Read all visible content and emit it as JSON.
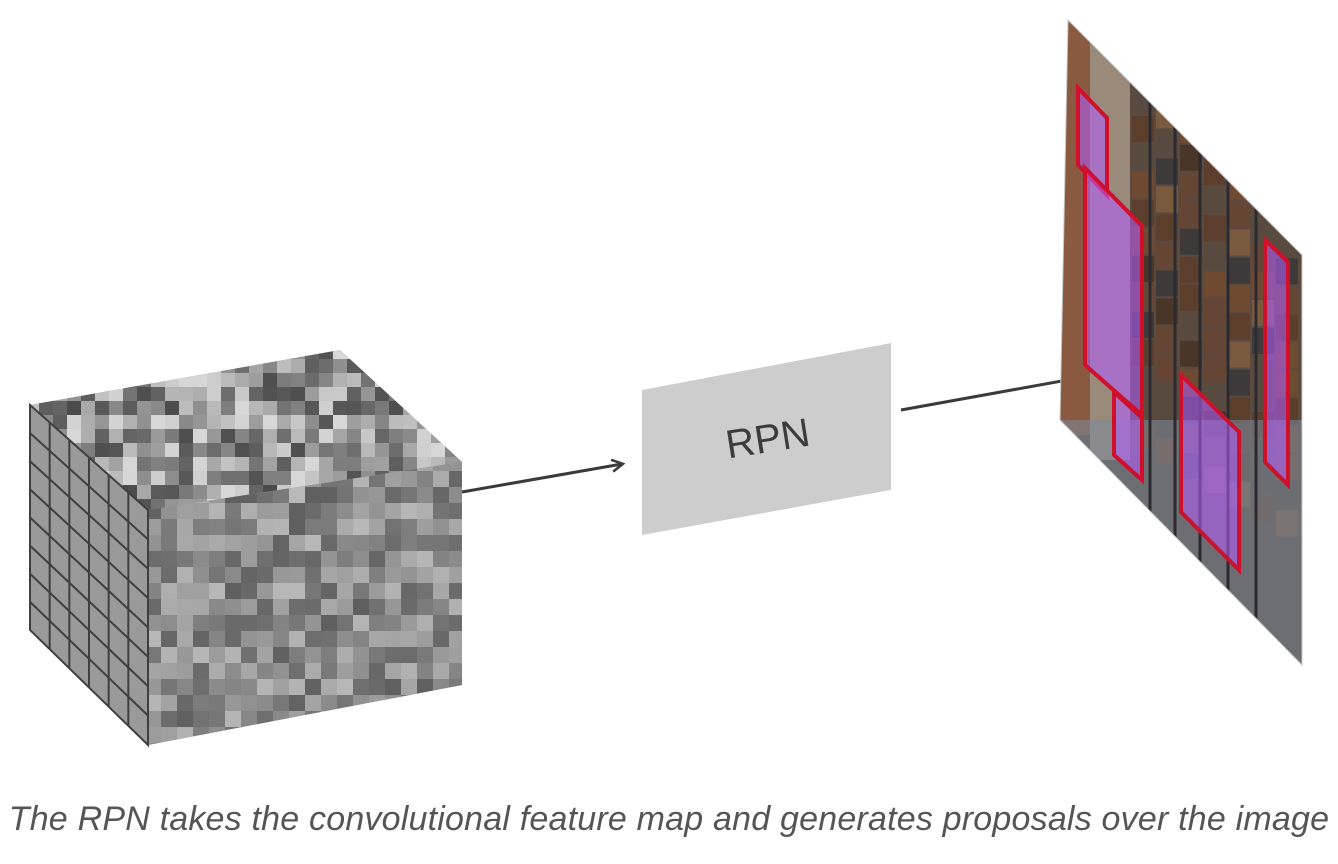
{
  "rpn_label": "RPN",
  "caption": "The RPN takes the convolutional feature map and generates proposals over the image",
  "colors": {
    "rpn_box": "#cdcdcd",
    "arrow": "#3a3a3a",
    "proposal_stroke": "#d0102a",
    "proposal_fill": "#b45cff",
    "cube_grid": "#3f3f3f"
  },
  "icons": {
    "feature_map": "feature-map-cube",
    "image": "street-scene-image",
    "arrow": "arrow-right-icon"
  }
}
